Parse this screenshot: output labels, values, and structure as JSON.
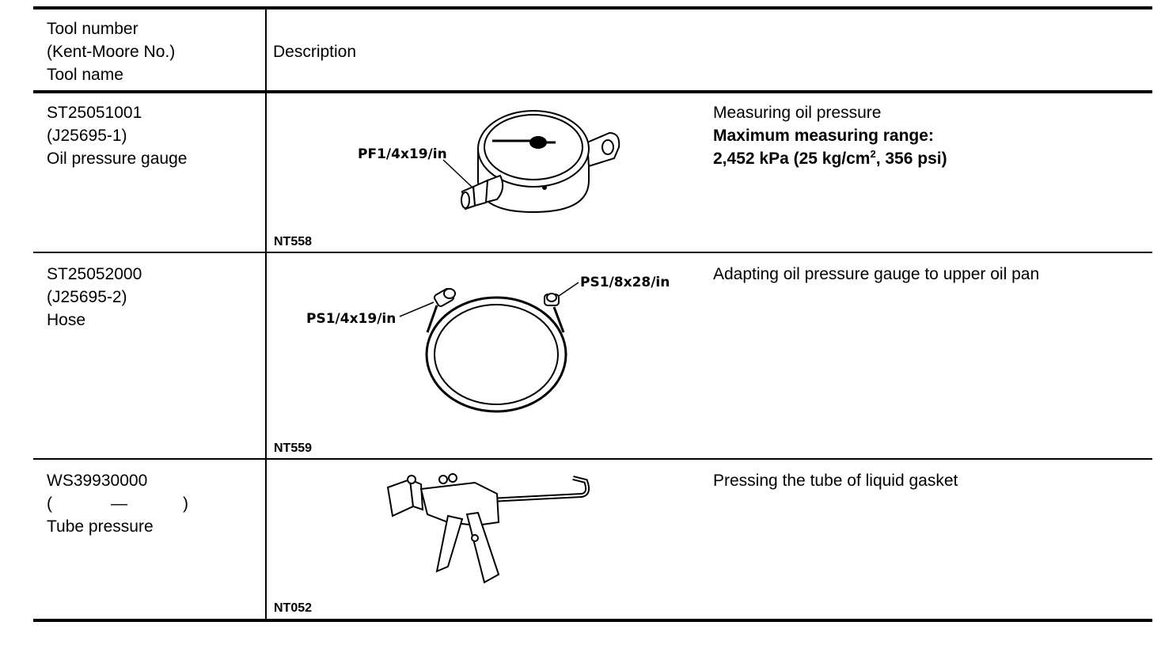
{
  "header": {
    "col1_line1": "Tool number",
    "col1_line2": "(Kent-Moore No.)",
    "col1_line3": "Tool name",
    "col2": "Description"
  },
  "rows": [
    {
      "tool_number": "ST25051001",
      "kent_moore": "(J25695-1)",
      "tool_name": "Oil pressure gauge",
      "figure_code": "NT558",
      "callouts": [
        "PF1/4x19/in"
      ],
      "description": "Measuring oil pressure",
      "spec_label": "Maximum measuring range:",
      "spec_value_a": "2,452 kPa (25 kg/cm",
      "spec_sup": "2",
      "spec_value_b": ", 356 psi)"
    },
    {
      "tool_number": "ST25052000",
      "kent_moore": "(J25695-2)",
      "tool_name": "Hose",
      "figure_code": "NT559",
      "callouts": [
        "PS1/4x19/in",
        "PS1/8x28/in"
      ],
      "description": "Adapting oil pressure gauge to upper oil pan"
    },
    {
      "tool_number": "WS39930000",
      "kent_moore_open": "(",
      "kent_moore_dash": "—",
      "kent_moore_close": ")",
      "tool_name": "Tube pressure",
      "figure_code": "NT052",
      "description": "Pressing the tube of liquid gasket"
    }
  ]
}
